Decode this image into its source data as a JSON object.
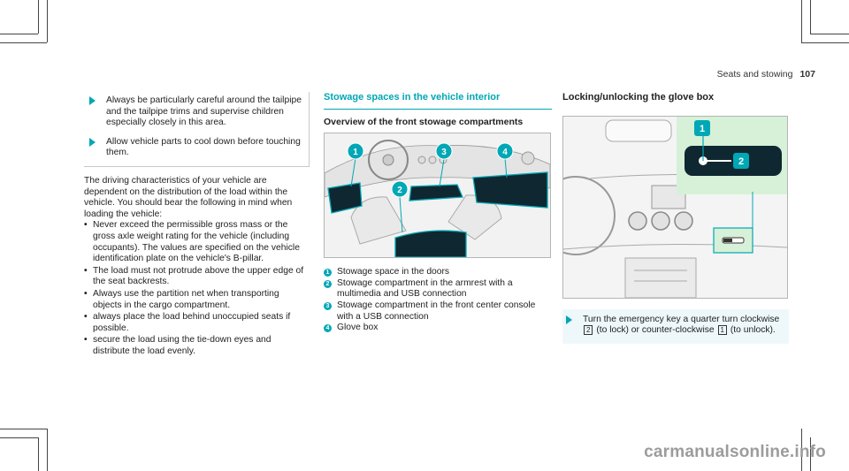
{
  "header": {
    "section": "Seats and stowing",
    "page": "107"
  },
  "warnings": [
    {
      "text": "Always be particularly careful around the tailpipe and the tailpipe trims and supervise children especially closely in this area."
    },
    {
      "text": "Allow vehicle parts to cool down before touching them."
    }
  ],
  "driving_intro": "The driving characteristics of your vehicle are dependent on the distribution of the load within the vehicle. You should bear the following in mind when loading the vehicle:",
  "bullets": [
    "Never exceed the permissible gross mass or the gross axle weight rating for the vehicle (including occupants). The values are specified on the vehicle identification plate on the vehicle's B-pillar.",
    "The load must not protrude above the upper edge of the seat backrests.",
    "Always use the partition net when transporting objects in the cargo compartment.",
    "always place the load behind unoccupied seats if possible.",
    "secure the load using the tie-down eyes and distribute the load evenly."
  ],
  "stowage": {
    "title": "Stowage spaces in the vehicle interior",
    "subtitle": "Overview of the front stowage compartments",
    "markers": [
      "1",
      "2",
      "3",
      "4"
    ],
    "callouts": [
      {
        "n": "1",
        "text": "Stowage space in the doors"
      },
      {
        "n": "2",
        "text": "Stowage compartment in the armrest with a multimedia and USB connection"
      },
      {
        "n": "3",
        "text": "Stowage compartment in the front center console with a USB connection"
      },
      {
        "n": "4",
        "text": "Glove box"
      }
    ]
  },
  "glovebox": {
    "title": "Locking/unlocking the glove box",
    "markers": [
      "1",
      "2"
    ],
    "action_pre": "Turn the emergency key a quarter turn clockwise",
    "key_lock": "2",
    "action_mid": "(to lock) or counter-clockwise",
    "key_unlock": "1",
    "action_post": "(to unlock)."
  },
  "watermark": "carmanualsonline.info",
  "colors": {
    "accent": "#00a7b5",
    "figure_highlight": "#d6f1d8"
  }
}
